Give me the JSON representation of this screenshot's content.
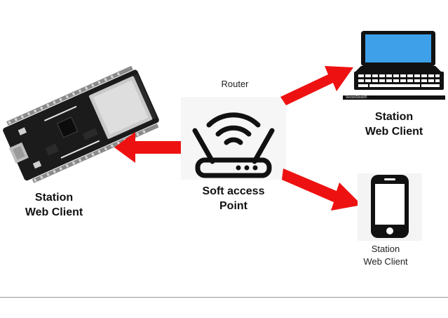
{
  "router": {
    "caption": "Router",
    "label_line1": "Soft access",
    "label_line2": "Point"
  },
  "esp32_station": {
    "label_line1": "Station",
    "label_line2": "Web Client"
  },
  "laptop_station": {
    "label_line1": "Station",
    "label_line2": "Web Client",
    "watermark": "VectorStock®"
  },
  "phone_station": {
    "label_line1": "Station",
    "label_line2": "Web Client"
  },
  "colors": {
    "arrow": "#ee1111",
    "screen": "#3ea0e8",
    "device": "#111111"
  }
}
